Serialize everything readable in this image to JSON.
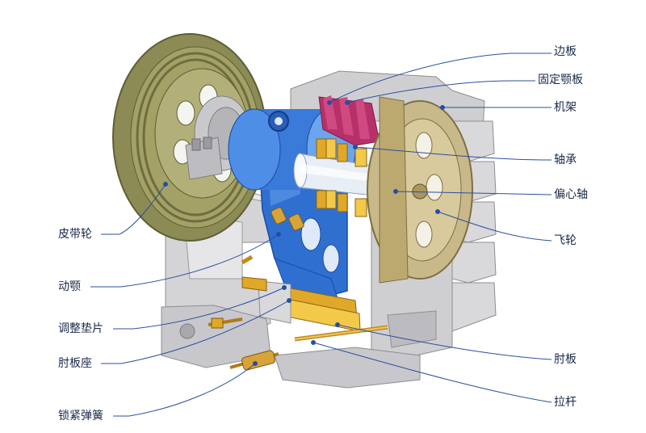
{
  "diagram": {
    "labels_right": [
      {
        "id": "side-plate",
        "text": "边板"
      },
      {
        "id": "fixed-jaw-plate",
        "text": "固定颚板"
      },
      {
        "id": "frame",
        "text": "机架"
      },
      {
        "id": "bearing",
        "text": "轴承"
      },
      {
        "id": "eccentric-shaft",
        "text": "偏心轴"
      },
      {
        "id": "flywheel",
        "text": "飞轮"
      },
      {
        "id": "toggle-plate",
        "text": "肘板"
      },
      {
        "id": "tie-rod",
        "text": "拉杆"
      }
    ],
    "labels_left": [
      {
        "id": "belt-pulley",
        "text": "皮带轮"
      },
      {
        "id": "movable-jaw",
        "text": "动颚"
      },
      {
        "id": "adjusting-shim",
        "text": "调整垫片"
      },
      {
        "id": "toggle-seat",
        "text": "肘板座"
      },
      {
        "id": "locking-spring",
        "text": "锁紧弹簧"
      }
    ],
    "colors": {
      "leader": "#2b4f9e",
      "dot": "#1f4fa8",
      "frame": "#d6d6d8",
      "frame_shadow": "#a9a9ad",
      "pulley": "#8c8a55",
      "pulley_dark": "#5f5e35",
      "movable_jaw": "#2f6fd0",
      "movable_jaw_light": "#6aa5ee",
      "flywheel": "#c9b98a",
      "flywheel_dark": "#9a8a58",
      "jaw_plate": "#b8306a",
      "brass": "#e0a828",
      "steel": "#e8eef6"
    }
  }
}
